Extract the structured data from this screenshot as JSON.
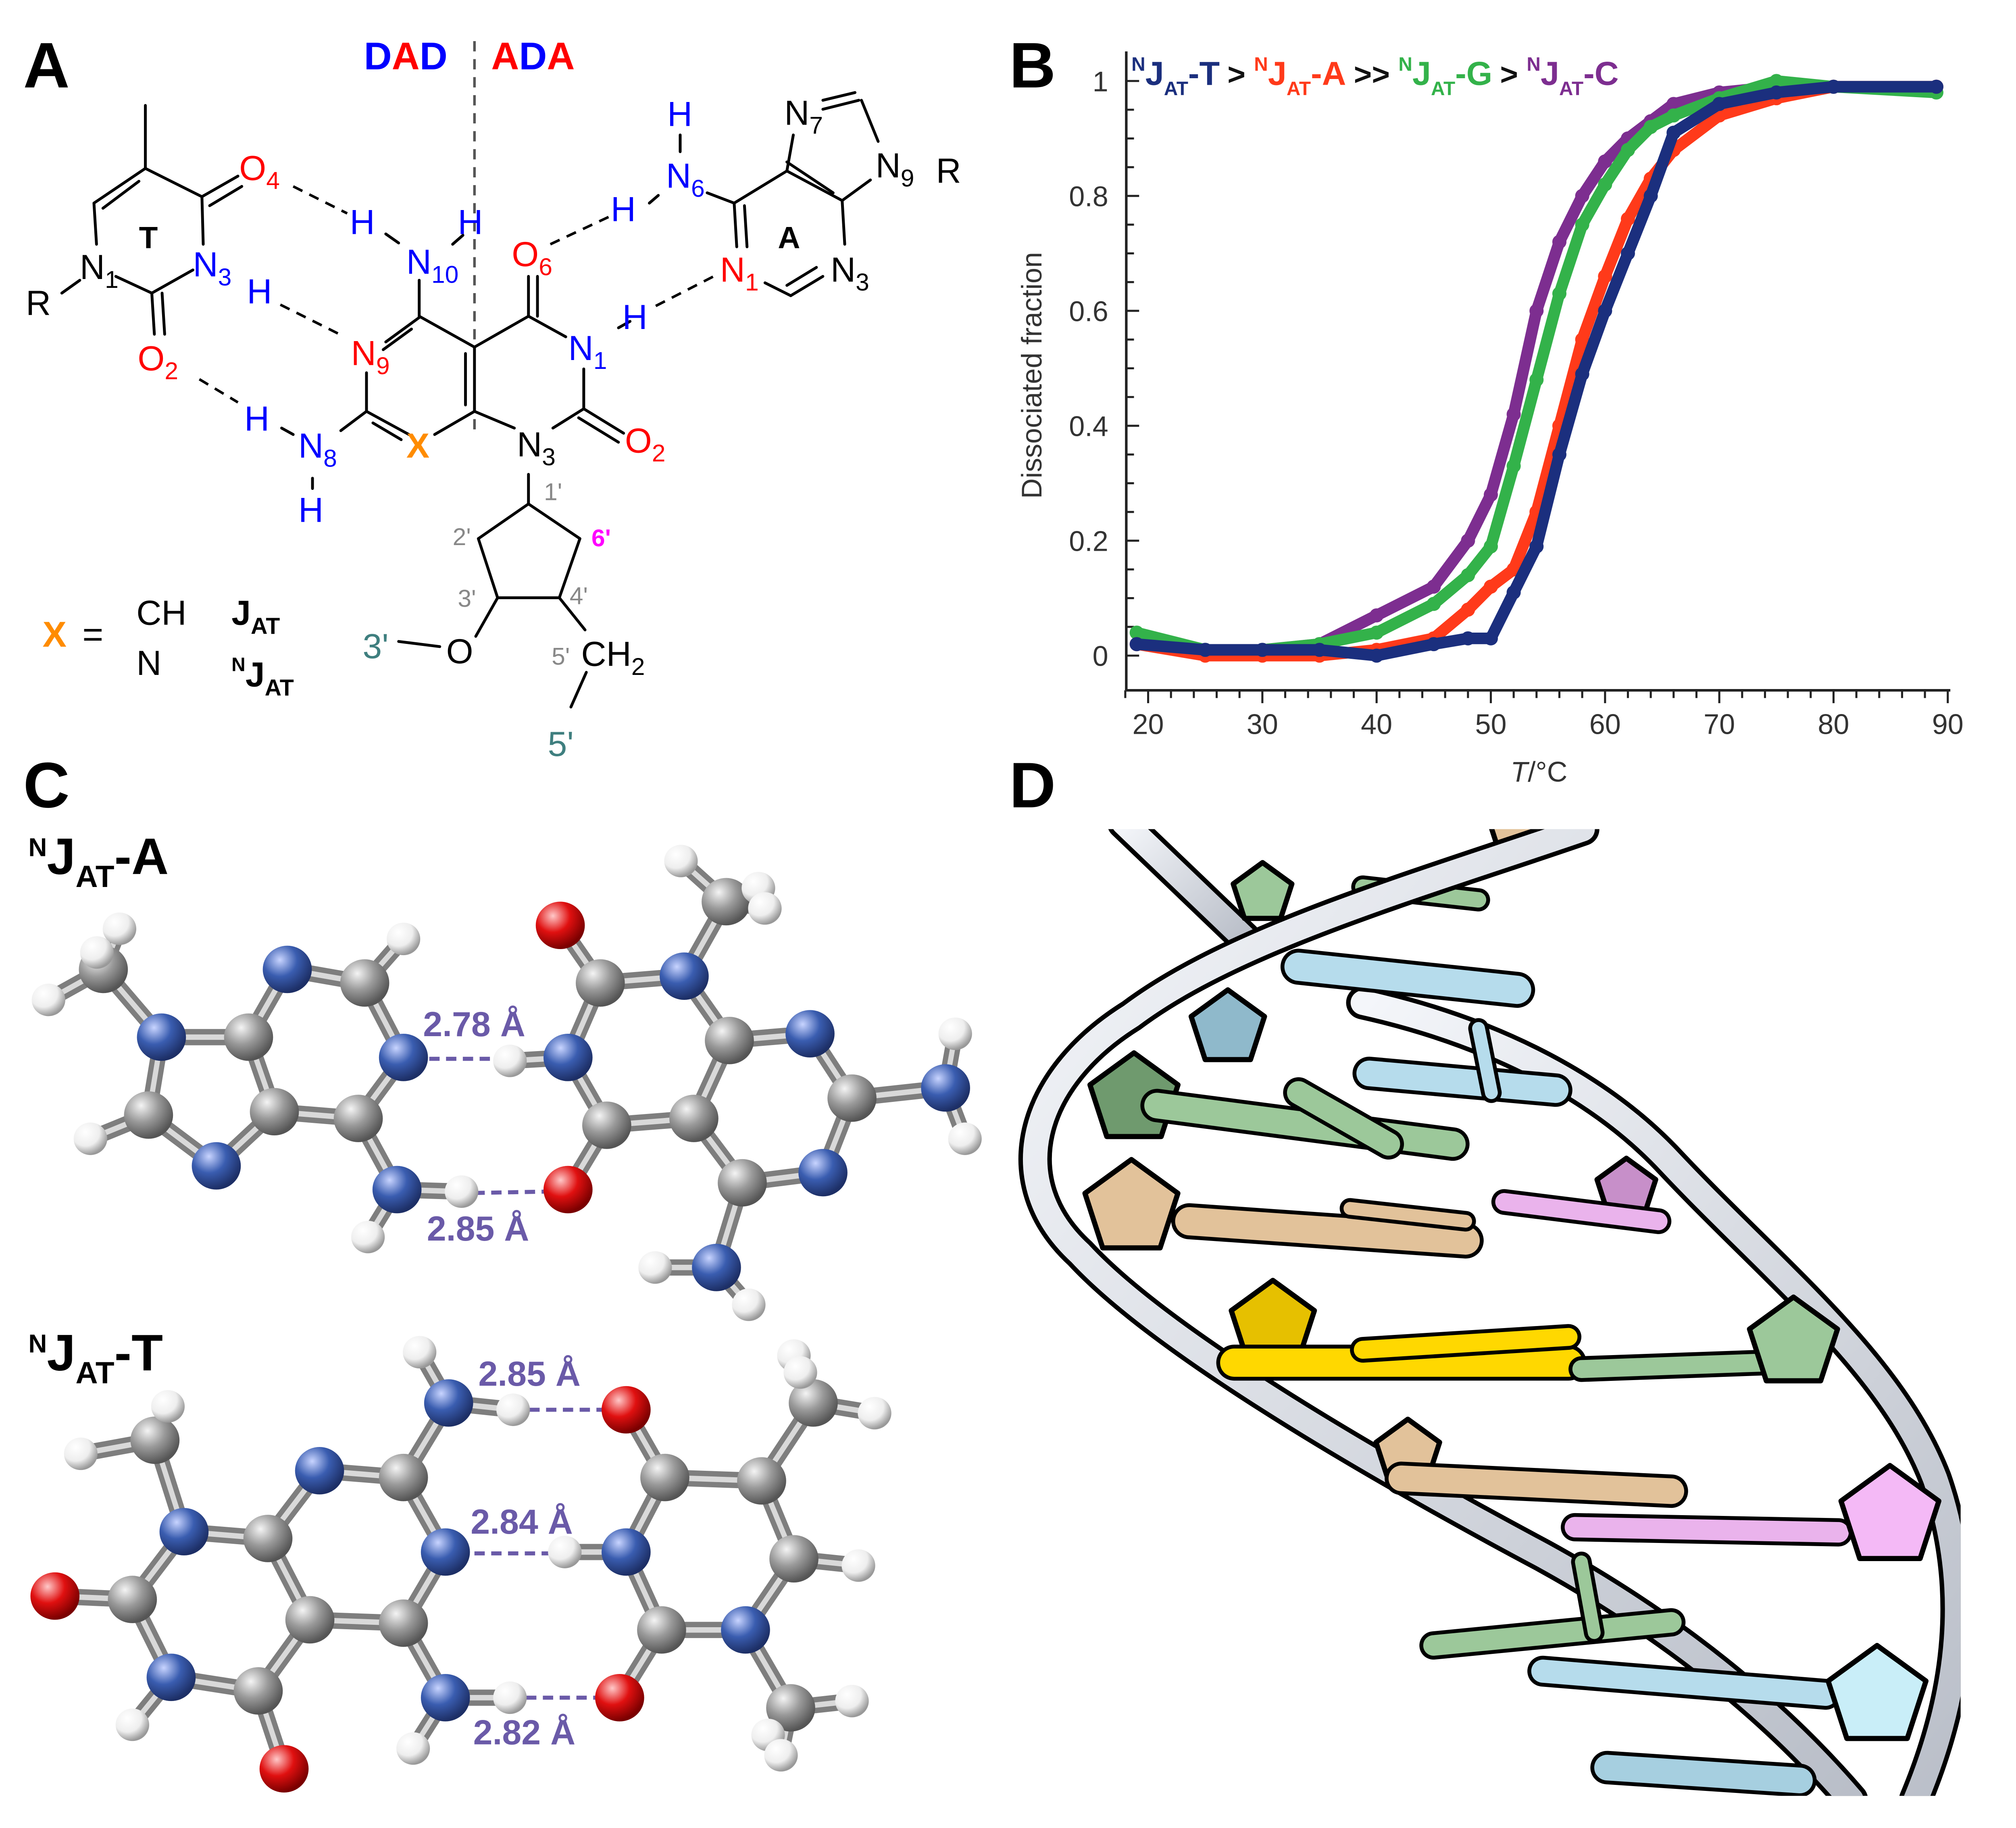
{
  "panel_labels": {
    "a": "A",
    "b": "B",
    "c": "C",
    "d": "D"
  },
  "panel_a": {
    "dad": [
      {
        "t": "D",
        "c": "#0000ff"
      },
      {
        "t": "A",
        "c": "#ff0000"
      },
      {
        "t": "D",
        "c": "#0000ff"
      }
    ],
    "ada": [
      {
        "t": "A",
        "c": "#ff0000"
      },
      {
        "t": "D",
        "c": "#0000ff"
      },
      {
        "t": "A",
        "c": "#ff0000"
      }
    ],
    "thymine": {
      "label": "T",
      "r": "R",
      "n1": {
        "el": "N",
        "sub": "1"
      },
      "n3": {
        "el": "N",
        "sub": "3"
      },
      "o2": {
        "el": "O",
        "sub": "2"
      },
      "o4": {
        "el": "O",
        "sub": "4"
      },
      "h_n3": "H"
    },
    "center": {
      "n10": {
        "el": "N",
        "sub": "10"
      },
      "h_n10_a": "H",
      "h_n10_b": "H",
      "n9": {
        "el": "N",
        "sub": "9"
      },
      "x": "X",
      "n8": {
        "el": "N",
        "sub": "8"
      },
      "h_n8_a": "H",
      "h_n8_b": "H",
      "n3": {
        "el": "N",
        "sub": "3"
      },
      "n1": {
        "el": "N",
        "sub": "1"
      },
      "h_n1": "H",
      "o6": {
        "el": "O",
        "sub": "6"
      },
      "o2": {
        "el": "O",
        "sub": "2"
      }
    },
    "adenine": {
      "label": "A",
      "r": "R",
      "n6": {
        "el": "N",
        "sub": "6"
      },
      "h_n6_a": "H",
      "h_n6_b": "H",
      "n1": {
        "el": "N",
        "sub": "1"
      },
      "n3": {
        "el": "N",
        "sub": "3"
      },
      "n7": {
        "el": "N",
        "sub": "7"
      },
      "n9": {
        "el": "N",
        "sub": "9"
      }
    },
    "sugar": {
      "p1": "1'",
      "p2": "2'",
      "p3": "3'",
      "p4": "4'",
      "p5": "5'",
      "p6": "6'",
      "o": "O",
      "ch": "CH",
      "ch_sub": "2",
      "link3": "3'",
      "link5": "5'"
    },
    "legend": {
      "x": "X",
      "eq": "=",
      "ch": "CH",
      "n": "N",
      "jat_main": "J",
      "jat_sub": "AT",
      "njat_sup": "N",
      "njat_main": "J",
      "njat_sub": "AT"
    }
  },
  "chart_data": {
    "type": "line",
    "title": "",
    "xlabel_italic": "T",
    "xlabel_rest": "/°C",
    "ylabel": "Dissociated fraction",
    "xlim": [
      18,
      90
    ],
    "ylim": [
      -0.05,
      1.05
    ],
    "xticks": [
      20,
      30,
      40,
      50,
      60,
      70,
      80,
      90
    ],
    "yticks": [
      0,
      0.2,
      0.4,
      0.6,
      0.8,
      1
    ],
    "ytick_labels": [
      "0",
      "0.2",
      "0.4",
      "0.6",
      "0.8",
      "1"
    ],
    "grid": false,
    "legend_placement": "top",
    "legend": [
      {
        "sup": "N",
        "main": "J",
        "sub": "AT",
        "suffix": "-T",
        "color": "#1b2f7e",
        "sep": ">"
      },
      {
        "sup": "N",
        "main": "J",
        "sub": "AT",
        "suffix": "-A",
        "color": "#ff3a1a",
        "sep": ">>"
      },
      {
        "sup": "N",
        "main": "J",
        "sub": "AT",
        "suffix": "-G",
        "color": "#33b24a",
        "sep": ">"
      },
      {
        "sup": "N",
        "main": "J",
        "sub": "AT",
        "suffix": "-C",
        "color": "#7d2e90",
        "sep": ""
      }
    ],
    "x": [
      19,
      25,
      30,
      35,
      40,
      45,
      48,
      50,
      52,
      54,
      56,
      58,
      60,
      62,
      64,
      66,
      70,
      75,
      80,
      89
    ],
    "series": [
      {
        "name": "NJAT-C",
        "color": "#7d2e90",
        "values": [
          0.02,
          0.01,
          0.01,
          0.02,
          0.07,
          0.12,
          0.2,
          0.28,
          0.42,
          0.6,
          0.72,
          0.8,
          0.86,
          0.9,
          0.93,
          0.96,
          0.98,
          0.99,
          0.99,
          0.99
        ]
      },
      {
        "name": "NJAT-G",
        "color": "#33b24a",
        "values": [
          0.04,
          0.01,
          0.01,
          0.02,
          0.04,
          0.09,
          0.14,
          0.19,
          0.33,
          0.48,
          0.63,
          0.75,
          0.82,
          0.88,
          0.92,
          0.94,
          0.97,
          1.0,
          0.99,
          0.98
        ]
      },
      {
        "name": "NJAT-A",
        "color": "#ff3a1a",
        "values": [
          0.02,
          0.0,
          0.0,
          0.0,
          0.01,
          0.03,
          0.08,
          0.12,
          0.15,
          0.25,
          0.4,
          0.55,
          0.66,
          0.76,
          0.83,
          0.88,
          0.94,
          0.97,
          0.99,
          0.99
        ]
      },
      {
        "name": "NJAT-T",
        "color": "#1b2f7e",
        "values": [
          0.02,
          0.01,
          0.01,
          0.01,
          0.0,
          0.02,
          0.03,
          0.03,
          0.11,
          0.19,
          0.35,
          0.49,
          0.6,
          0.7,
          0.8,
          0.91,
          0.96,
          0.98,
          0.99,
          0.99
        ]
      }
    ]
  },
  "panel_c": {
    "pair1": {
      "sup": "N",
      "main": "J",
      "sub": "AT",
      "suffix": "-A",
      "distances": [
        "2.78 Å",
        "2.85 Å"
      ]
    },
    "pair2": {
      "sup": "N",
      "main": "J",
      "sub": "AT",
      "suffix": "-T",
      "distances": [
        "2.85 Å",
        "2.84 Å",
        "2.82 Å"
      ]
    },
    "atom_colors": {
      "C": "#8c8c8c",
      "N": "#3a5db0",
      "O": "#e01010",
      "H": "#ffffff"
    }
  },
  "panel_d": {
    "base_colors": {
      "green": "#9cc89a",
      "tan": "#e2c29a",
      "blue": "#b6dcec",
      "pink": "#eab3ec",
      "yellow": "#ffd800"
    }
  }
}
